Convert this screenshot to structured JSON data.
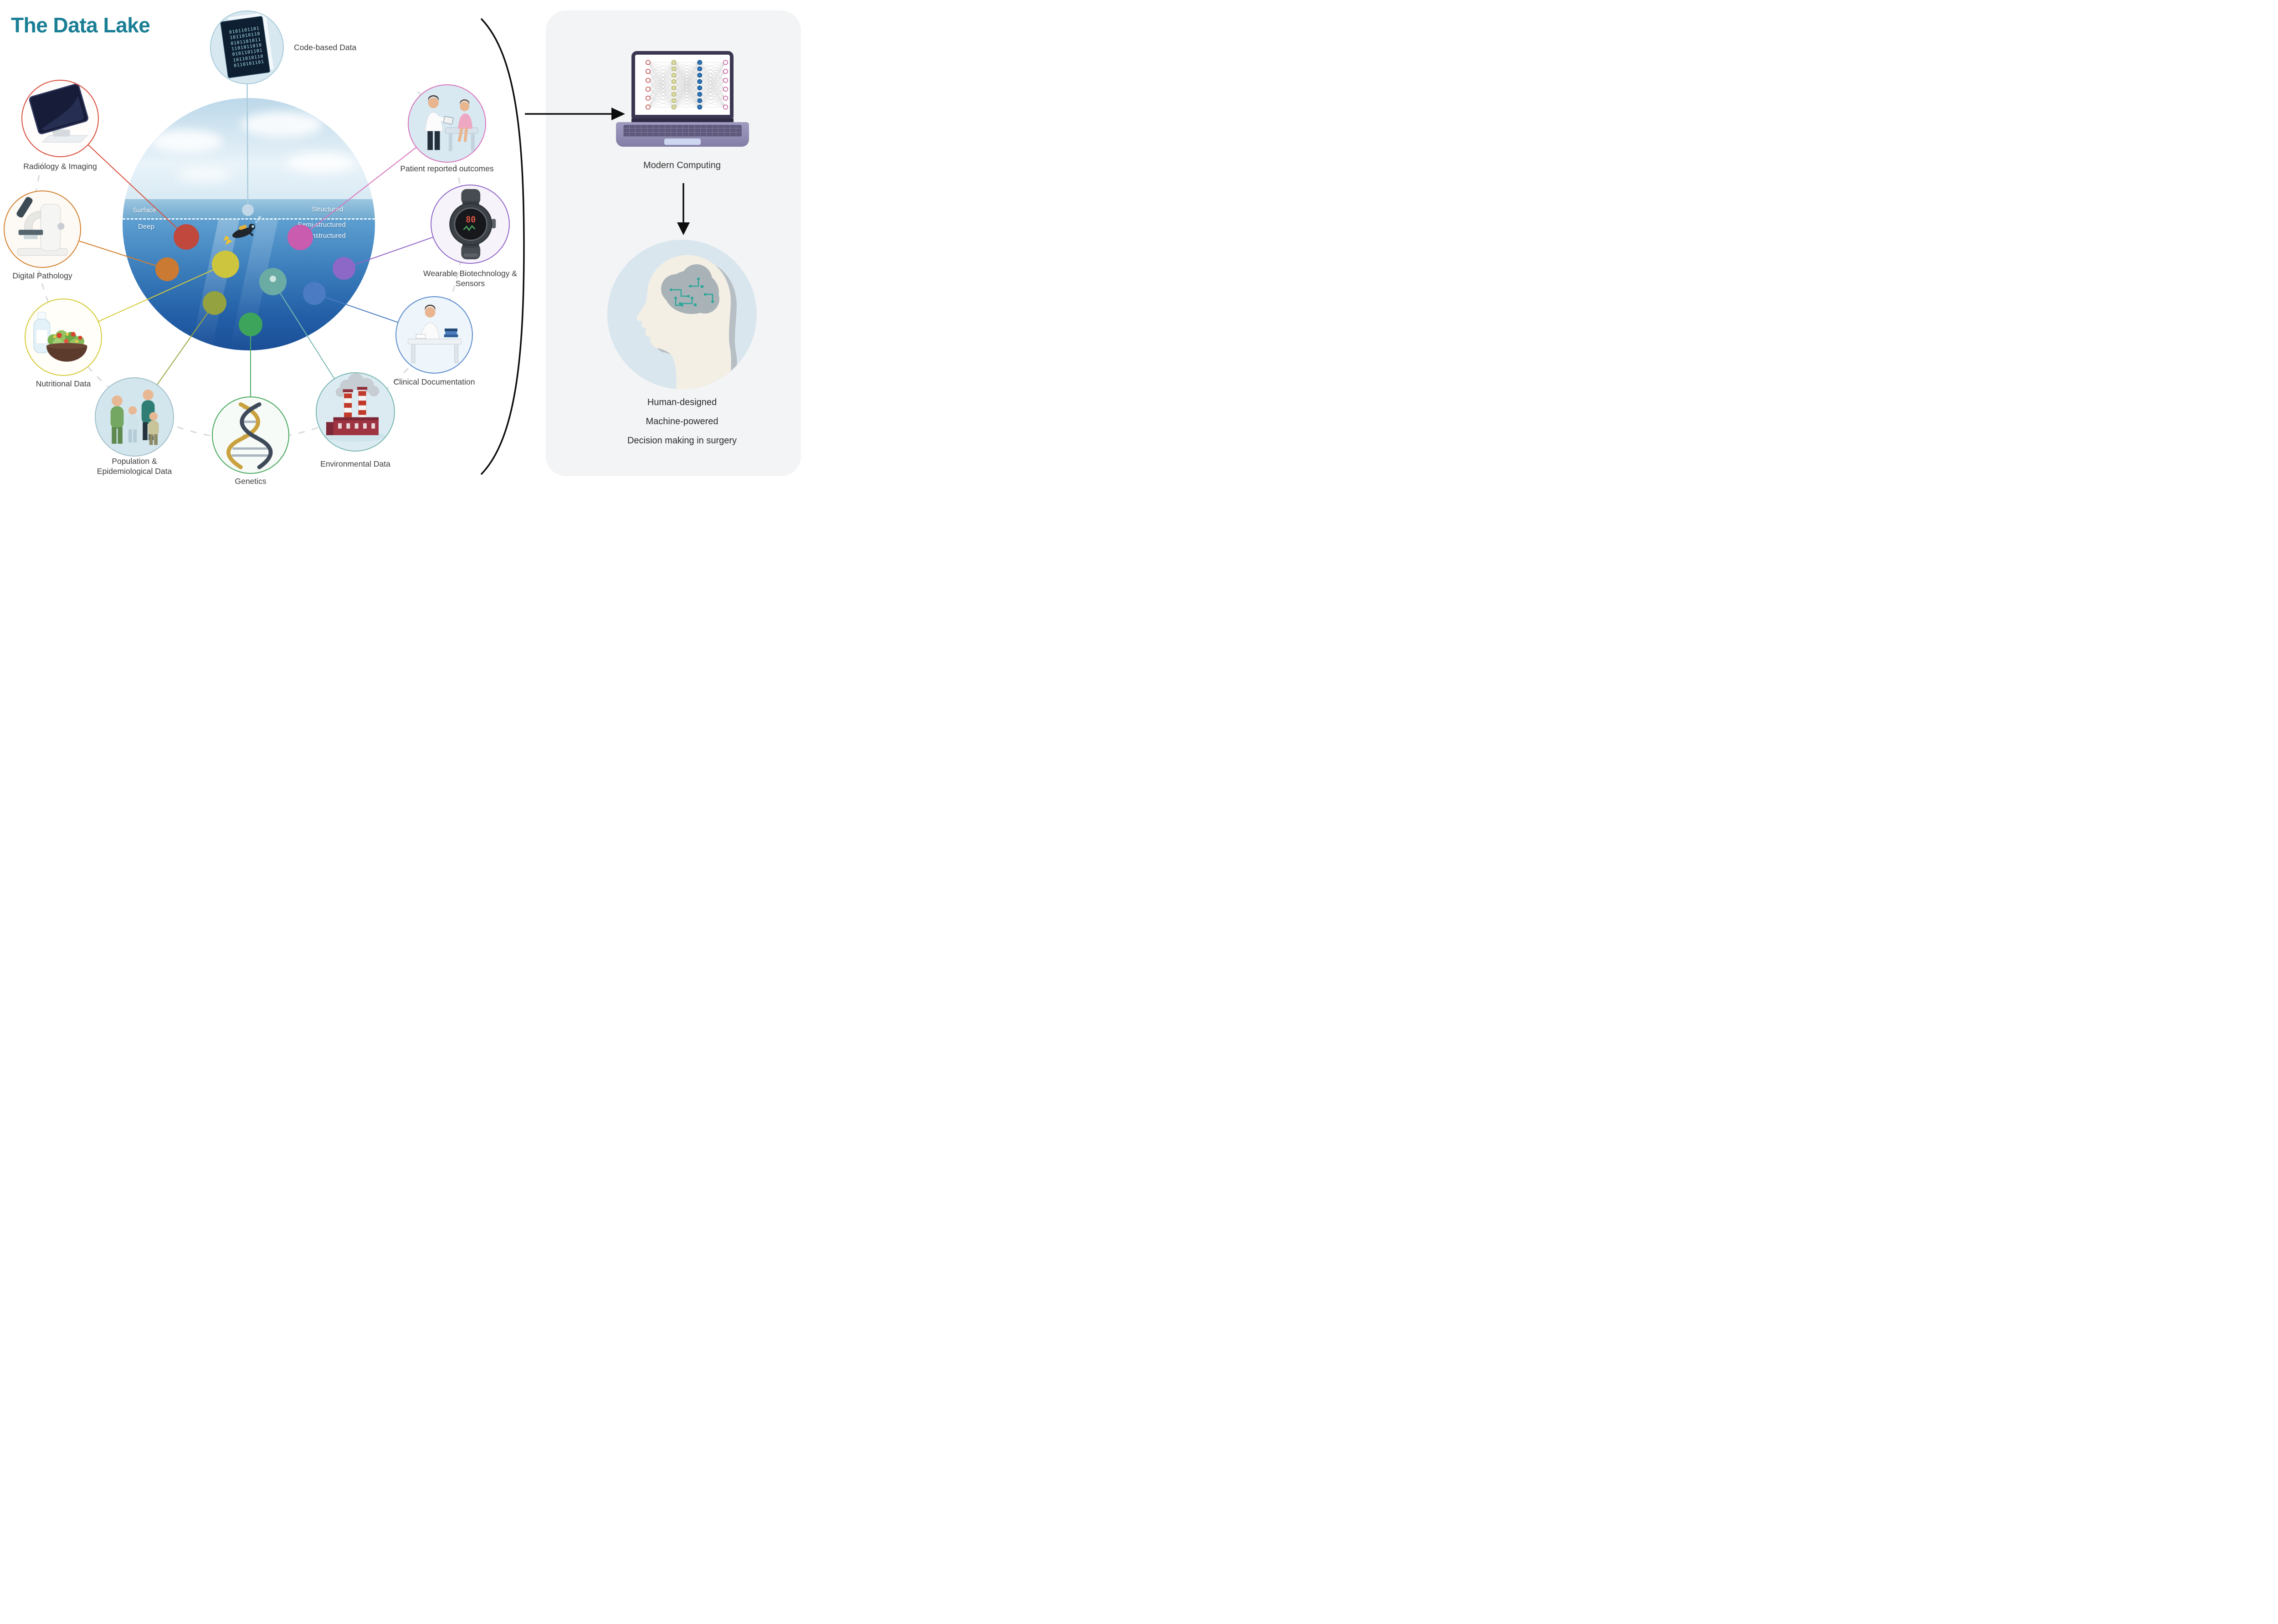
{
  "title": "The Data Lake",
  "accent_color": "#1a7e95",
  "lake": {
    "surface_label": "Surface",
    "deep_label": "Deep",
    "structured_label": "Structured",
    "semi_structured_label": "Semi-structured",
    "unstructured_label": "Unstructured"
  },
  "nodes": [
    {
      "id": "code-based-data",
      "label": "Code-based Data",
      "color": "#a9cbdc",
      "screen_text": "0101101101\n1011010110\n0101101011\n1101011010\n0101101101\n1011010110\n0110101101"
    },
    {
      "id": "radiology-imaging",
      "label": "Radiology & Imaging",
      "color": "#d94f3d"
    },
    {
      "id": "digital-pathology",
      "label": "Digital Pathology",
      "color": "#d2802e"
    },
    {
      "id": "nutritional-data",
      "label": "Nutritional Data",
      "color": "#d4cb3a"
    },
    {
      "id": "population-epidemiological-data",
      "label": "Population & Epidemiological Data",
      "color": "#9aa941"
    },
    {
      "id": "genetics",
      "label": "Genetics",
      "color": "#49a85e"
    },
    {
      "id": "environmental-data",
      "label": "Environmental Data",
      "color": "#79b8b2"
    },
    {
      "id": "clinical-documentation",
      "label": "Clinical Documentation",
      "color": "#4d7cc3"
    },
    {
      "id": "wearable-biotechnology-sensors",
      "label": "Wearable Biotechnology & Sensors",
      "color": "#9166c9",
      "watch_value": "80"
    },
    {
      "id": "patient-reported-outcomes",
      "label": "Patient reported outcomes",
      "color": "#d877bd"
    }
  ],
  "right_panel": {
    "modern_computing_label": "Modern Computing",
    "outputs": [
      "Human-designed",
      "Machine-powered",
      "Decision making in surgery"
    ]
  }
}
